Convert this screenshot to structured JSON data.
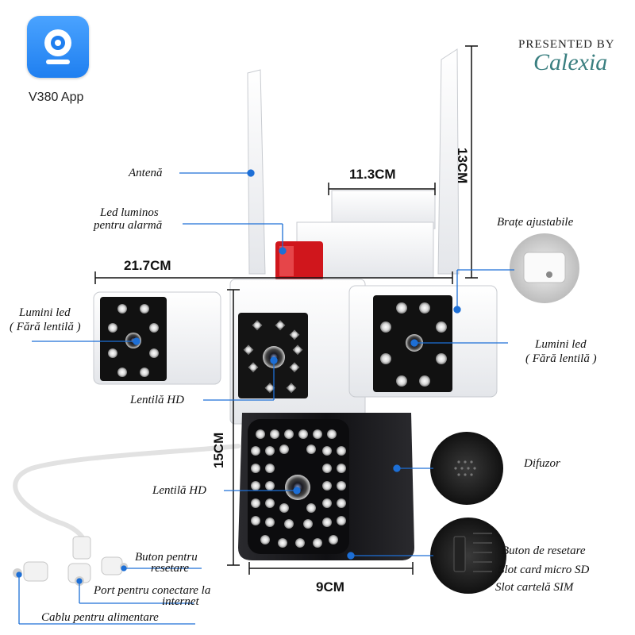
{
  "app": {
    "name": "V380 App",
    "icon": "camera-app-icon"
  },
  "brand": {
    "presented_by": "PRESENTED BY",
    "name": "Calexia"
  },
  "dimensions": {
    "width_top": "11.3CM",
    "height_top": "13CM",
    "width_total": "21.7CM",
    "height_bottom": "15CM",
    "width_bottom": "9CM"
  },
  "labels": {
    "antenna": "Antenă",
    "alarm_led_1": "Led luminos",
    "alarm_led_2": "pentru alarmă",
    "adjustable_arms": "Brațe ajustabile",
    "led_left_1": "Lumini led",
    "led_left_2": "( Fără lentilă )",
    "led_right_1": "Lumini led",
    "led_right_2": "( Fără lentilă )",
    "hd_lens_top": "Lentilă HD",
    "hd_lens_bottom": "Lentilă HD",
    "speaker": "Difuzor",
    "reset_left_1": "Buton pentru",
    "reset_left_2": "resetare",
    "port_1": "Port pentru conectare la",
    "port_2": "internet",
    "power_cable": "Cablu pentru alimentare",
    "reset_right": "Buton de resetare",
    "sd_slot": "Slot card micro SD",
    "sim_slot": "Slot cartelă SIM"
  },
  "colors": {
    "leader": "#1d6fd6",
    "accent": "#3a7f80",
    "alarm": "#d0161c"
  }
}
